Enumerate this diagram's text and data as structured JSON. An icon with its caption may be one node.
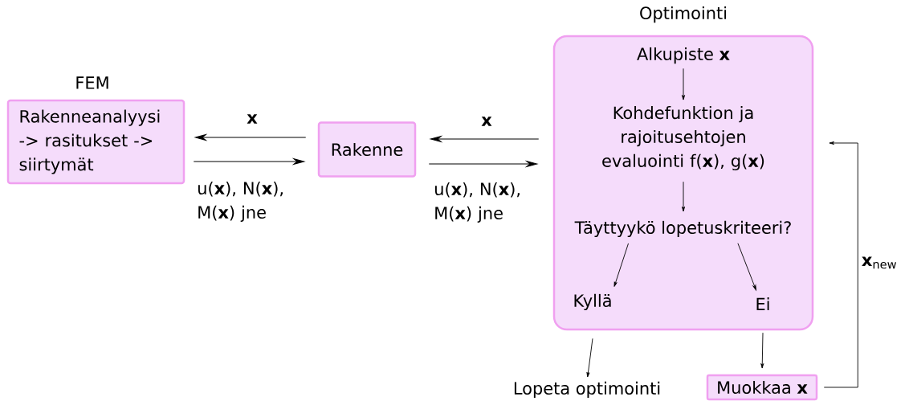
{
  "diagram": {
    "nodes": [
      {
        "text": [
          "FEM",
          "Rakenneanalyysi -> rasitukset -> siirtymät"
        ]
      },
      {
        "text": [
          "Rakenne"
        ]
      },
      {
        "text": [
          "Optimointi"
        ]
      },
      {
        "text": [
          "Alkupiste **x**"
        ],
        "in": 2
      },
      {
        "text": [
          "Kohdefunktion ja rajoitusehtojen evaluointi f(**x**), g(**x**)"
        ],
        "in": 2
      },
      {
        "text": [
          "Täyttyykö lopetuskriteeri?"
        ],
        "in": 2
      },
      {
        "text": [
          "Kyllä"
        ],
        "in": 2
      },
      {
        "text": [
          "Ei"
        ],
        "in": 2
      },
      {
        "text": [
          "Lopeta optimointi"
        ]
      },
      {
        "text": [
          "Muokkaa **x**"
        ]
      }
    ],
    "edges": [
      {
        "from": 1,
        "to": 0,
        "arrow": "to",
        "label": "**x**"
      },
      {
        "from": 0,
        "to": 1,
        "arrow": "to",
        "label": "u(**x**), N(**x**), M(**x**) jne"
      },
      {
        "from": 2,
        "to": 1,
        "arrow": "to",
        "label": "**x**"
      },
      {
        "from": 1,
        "to": 2,
        "arrow": "to",
        "label": "u(**x**), N(**x**), M(**x**) jne"
      },
      {
        "from": 3,
        "to": 4,
        "arrow": "to"
      },
      {
        "from": 4,
        "to": 5,
        "arrow": "to"
      },
      {
        "from": 5,
        "to": 6,
        "arrow": "to"
      },
      {
        "from": 5,
        "to": 7,
        "arrow": "to"
      },
      {
        "from": 6,
        "to": 8,
        "arrow": "to"
      },
      {
        "from": 7,
        "to": 9,
        "arrow": "to"
      },
      {
        "from": 9,
        "to": 2,
        "arrow": "to",
        "label": "**x**$_{new}$"
      }
    ]
  }
}
